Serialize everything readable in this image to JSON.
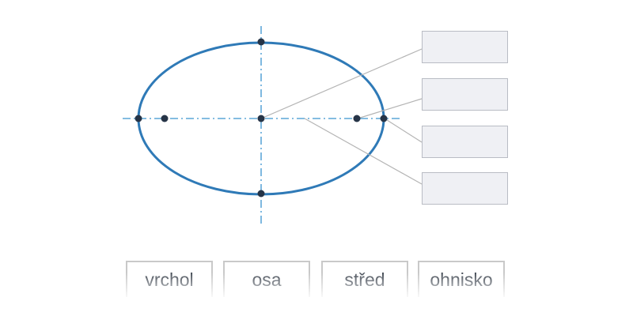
{
  "diagram": {
    "colors": {
      "ellipse": "#2f7ab7",
      "axis": "#3a93cf",
      "point": "#263447",
      "leader": "#b4b4b4",
      "box_fill": "#eff0f4",
      "box_border": "#b9bcc4"
    },
    "answer_boxes": [
      "",
      "",
      "",
      ""
    ],
    "word_tiles": [
      {
        "label": "vrchol"
      },
      {
        "label": "osa"
      },
      {
        "label": "střed"
      },
      {
        "label": "ohnisko"
      }
    ]
  }
}
